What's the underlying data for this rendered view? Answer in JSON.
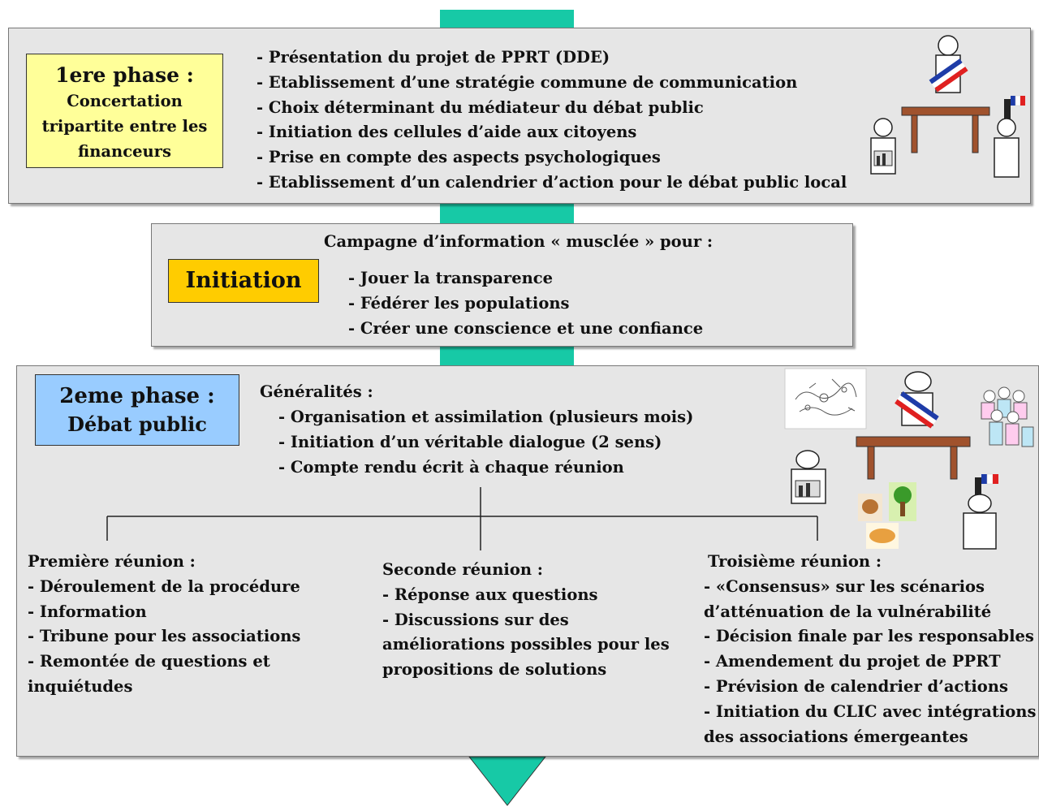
{
  "phase1": {
    "title": "1ere phase :",
    "subtitle": "Concertation tripartite entre les financeurs",
    "items": [
      "- Présentation du projet de PPRT (DDE)",
      "- Etablissement d’une stratégie commune de communication",
      "- Choix déterminant du médiateur du débat public",
      "- Initiation des cellules d’aide aux citoyens",
      "- Prise en compte des aspects psychologiques",
      "- Etablissement d’un calendrier d’action pour le débat public local"
    ]
  },
  "initiation": {
    "title": "Initiation",
    "heading": "Campagne d’information « musclée » pour :",
    "items": [
      "- Jouer la transparence",
      "- Fédérer les populations",
      "- Créer une conscience et une confiance"
    ]
  },
  "phase2": {
    "title": "2eme phase :",
    "subtitle": "Débat public",
    "general_heading": "Généralités :",
    "general_items": [
      "- Organisation et assimilation  (plusieurs mois)",
      "- Initiation d’un véritable dialogue (2 sens)",
      "- Compte rendu écrit à chaque réunion"
    ],
    "meetings": [
      {
        "heading": "Première réunion :",
        "items": [
          "- Déroulement de la procédure",
          "- Information",
          "- Tribune pour les associations",
          "- Remontée de questions et inquiétudes"
        ]
      },
      {
        "heading": "Seconde réunion :",
        "items": [
          "- Réponse aux questions",
          "- Discussions sur des améliorations possibles pour les propositions de solutions"
        ]
      },
      {
        "heading": "Troisième réunion :",
        "items": [
          "- «Consensus» sur les scénarios d’atténuation de la vulnérabilité",
          "- Décision finale par les responsables",
          "- Amendement du projet de PPRT",
          "- Prévision de calendrier d’actions",
          "- Initiation du CLIC avec intégrations des associations émergeantes"
        ]
      }
    ]
  },
  "colors": {
    "connector": "#17c9a6",
    "phase1_box": "#ffff99",
    "initiation_box": "#ffcc00",
    "phase2_box": "#99ccff",
    "panel": "#e6e6e6"
  }
}
